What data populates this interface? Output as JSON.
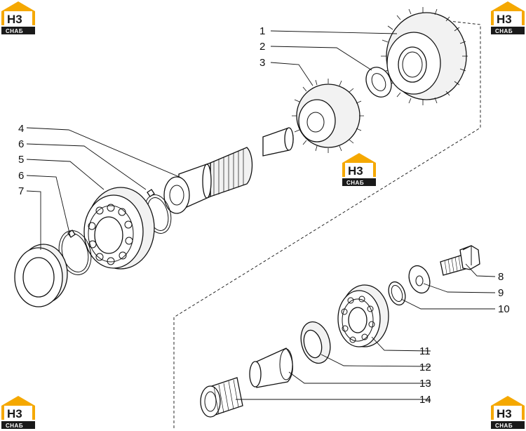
{
  "logos": [
    {
      "id": "tl",
      "top": "Н3",
      "bottom": "СНАБ"
    },
    {
      "id": "tr",
      "top": "Н3",
      "bottom": "СНАБ"
    },
    {
      "id": "mid",
      "top": "Н3",
      "bottom": "СНАБ"
    },
    {
      "id": "bl",
      "top": "Н3",
      "bottom": "СНАБ"
    },
    {
      "id": "br",
      "top": "Н3",
      "bottom": "СНАБ"
    }
  ],
  "callouts": [
    "1",
    "2",
    "3",
    "4",
    "6",
    "5",
    "6",
    "7",
    "8",
    "9",
    "10",
    "11",
    "12",
    "13",
    "14"
  ]
}
